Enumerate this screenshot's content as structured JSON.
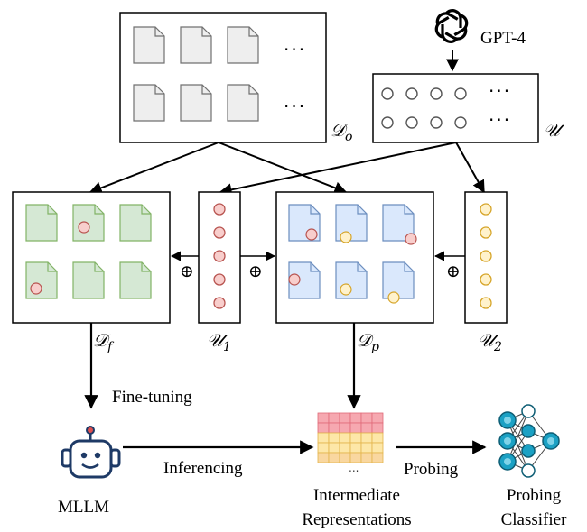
{
  "source": {
    "gpt_label": "GPT-4",
    "set_label": "𝒟",
    "set_sub": "o",
    "ellipsis": "···"
  },
  "unlabeled": {
    "label": "𝒰"
  },
  "sets": {
    "fine": {
      "label": "𝒟",
      "sub": "f"
    },
    "probe": {
      "label": "𝒟",
      "sub": "p"
    },
    "u1": {
      "label": "𝒰",
      "sub": "1"
    },
    "u2": {
      "label": "𝒰",
      "sub": "2"
    },
    "concat_symbol": "⊕"
  },
  "pipeline": {
    "fine_tuning": "Fine-tuning",
    "mllm": "MLLM",
    "inferencing": "Inferencing",
    "intermediate_line1": "Intermediate",
    "intermediate_line2": "Representations",
    "probing": "Probing",
    "classifier_line1": "Probing",
    "classifier_line2": "Classifier",
    "matrix_ellipsis": "..."
  },
  "colors": {
    "gray_doc": "#eeeeee",
    "gray_stroke": "#707070",
    "green_doc": "#d5e8d4",
    "green_stroke": "#82b366",
    "blue_doc": "#dae8fc",
    "blue_stroke": "#6c8ebf",
    "red_dot": "#f8cecc",
    "red_stroke": "#b85450",
    "yellow_dot": "#fff2cc",
    "yellow_stroke": "#d6a52a",
    "teal": "#1ba1c4",
    "robot": "#1e3a66"
  }
}
